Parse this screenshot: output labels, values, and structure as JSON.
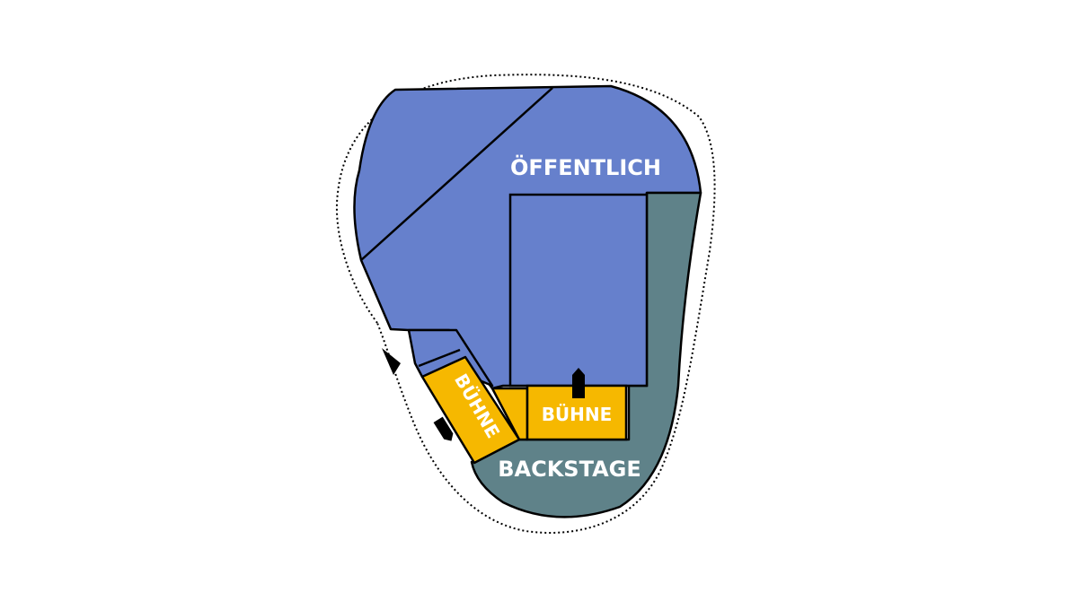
{
  "labels": {
    "public": "ÖFFENTLICH",
    "stage_main": "BÜHNE",
    "stage_side": "BÜHNE",
    "backstage": "BACKSTAGE"
  },
  "colors": {
    "public": "#6680cc",
    "backstage": "#5f8289",
    "stage": "#f6b800",
    "outline": "#000000",
    "label": "#ffffff",
    "background": "#ffffff"
  },
  "icons": {
    "path": "dotted-path-line",
    "direction": "direction-arrow-icon",
    "entrance": "entrance-marker-icon"
  }
}
